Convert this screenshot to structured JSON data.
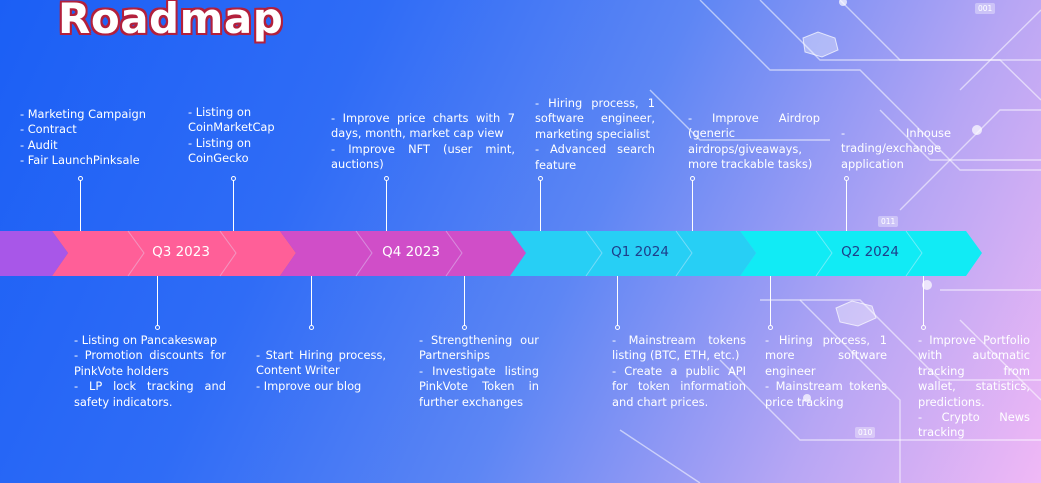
{
  "title": "Roadmap",
  "quarters": [
    {
      "label": "Q3 2023"
    },
    {
      "label": "Q4 2023"
    },
    {
      "label": "Q1 2024"
    },
    {
      "label": "Q2 2024"
    }
  ],
  "milestones_top": [
    {
      "text": "-  Marketing Campaign\n- Contract\n- Audit\n- Fair LaunchPinksale"
    },
    {
      "text": "- Listing on\nCoinMarketCap\n- Listing on\nCoinGecko"
    },
    {
      "text": "- Improve price charts with 7 days, month, market cap view\n- Improve NFT (user mint, auctions)"
    },
    {
      "text": "- Hiring process, 1 software engineer, marketing specialist\n- Advanced search feature"
    },
    {
      "text": "- Improve Airdrop (generic airdrops/giveaways, more trackable tasks)"
    },
    {
      "text": "- Inhouse trading/exchange application"
    }
  ],
  "milestones_bottom": [
    {
      "text": "- Listing on Pancakeswap\n- Promotion discounts for PinkVote holders\n- LP lock tracking and safety indicators."
    },
    {
      "text": "- Start Hiring process, Content Writer\n- Improve our blog"
    },
    {
      "text": "- Strengthening our Partnerships\n- Investigate listing PinkVote Token in further exchanges"
    },
    {
      "text": "-  Mainstream tokens listing (BTC, ETH, etc.)\n- Create a public API for token information and chart prices."
    },
    {
      "text": "- Hiring process, 1 more software engineer\n- Mainstream tokens price tracking"
    },
    {
      "text": "- Improve Portfolio with automatic tracking from wallet, statistics, predictions.\n- Crypto News tracking"
    }
  ],
  "deco_tags": [
    "001",
    "011",
    "010"
  ],
  "colors": {
    "purple": "#a857e8",
    "pink": "#ff5f98",
    "magenta": "#d04ec8",
    "cyan": "#27cff5",
    "aqua": "#11ebf5",
    "title_outline": "#b3203c"
  }
}
